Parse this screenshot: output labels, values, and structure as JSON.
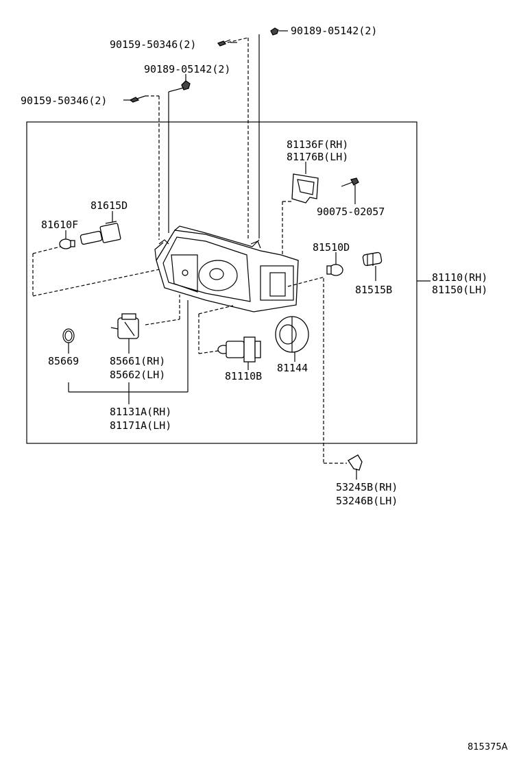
{
  "labels": {
    "p90189_top": "90189-05142(2)",
    "p90159_top": "90159-50346(2)",
    "p90189_mid": "90189-05142(2)",
    "p90159_left": "90159-50346(2)",
    "p81136f": "81136F(RH)",
    "p81176b": "81176B(LH)",
    "p90075": "90075-02057",
    "p81615d": "81615D",
    "p81610f": "81610F",
    "p81510d": "81510D",
    "p81515b": "81515B",
    "p81110": "81110(RH)",
    "p81150": "81150(LH)",
    "p85669": "85669",
    "p85661": "85661(RH)",
    "p85662": "85662(LH)",
    "p81110b": "81110B",
    "p81144": "81144",
    "p81131a": "81131A(RH)",
    "p81171a": "81171A(LH)",
    "p53245b": "53245B(RH)",
    "p53246b": "53246B(LH)",
    "ref": "815375A"
  }
}
